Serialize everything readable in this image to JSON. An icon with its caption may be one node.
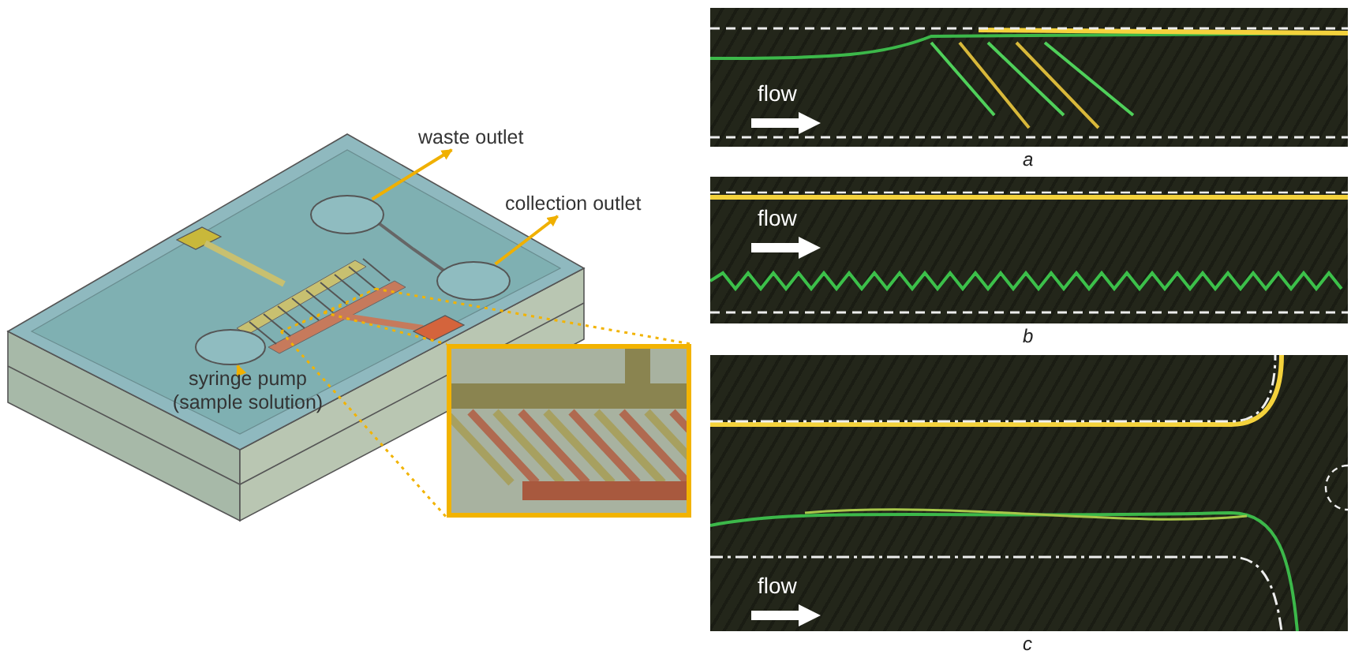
{
  "diagram": {
    "nodes": [
      {
        "text": [],
        "shape": "picture"
      },
      {
        "text": [
          "waste outlet"
        ]
      },
      {
        "text": [],
        "shape": "circle",
        "in": 0
      },
      {
        "text": [
          "collection outlet"
        ]
      },
      {
        "text": [],
        "shape": "circle",
        "in": 0
      },
      {
        "text": [],
        "shape": "circle",
        "in": 0
      },
      {
        "text": [
          "syringe pump (sample solution)"
        ],
        "in": 0
      },
      {
        "text": [],
        "shape": "picture"
      },
      {
        "text": [
          "flow"
        ],
        "beside": [
          "a"
        ]
      },
      {
        "text": [
          "flow"
        ],
        "beside": [
          "b"
        ]
      },
      {
        "text": [
          "flow"
        ],
        "beside": [
          "c"
        ]
      }
    ],
    "edges": [
      {
        "from": 2,
        "to": 1,
        "arrow": "to"
      },
      {
        "from": 4,
        "to": 3,
        "arrow": "to"
      },
      {
        "from": 6,
        "to": 5,
        "arrow": "to"
      }
    ]
  }
}
